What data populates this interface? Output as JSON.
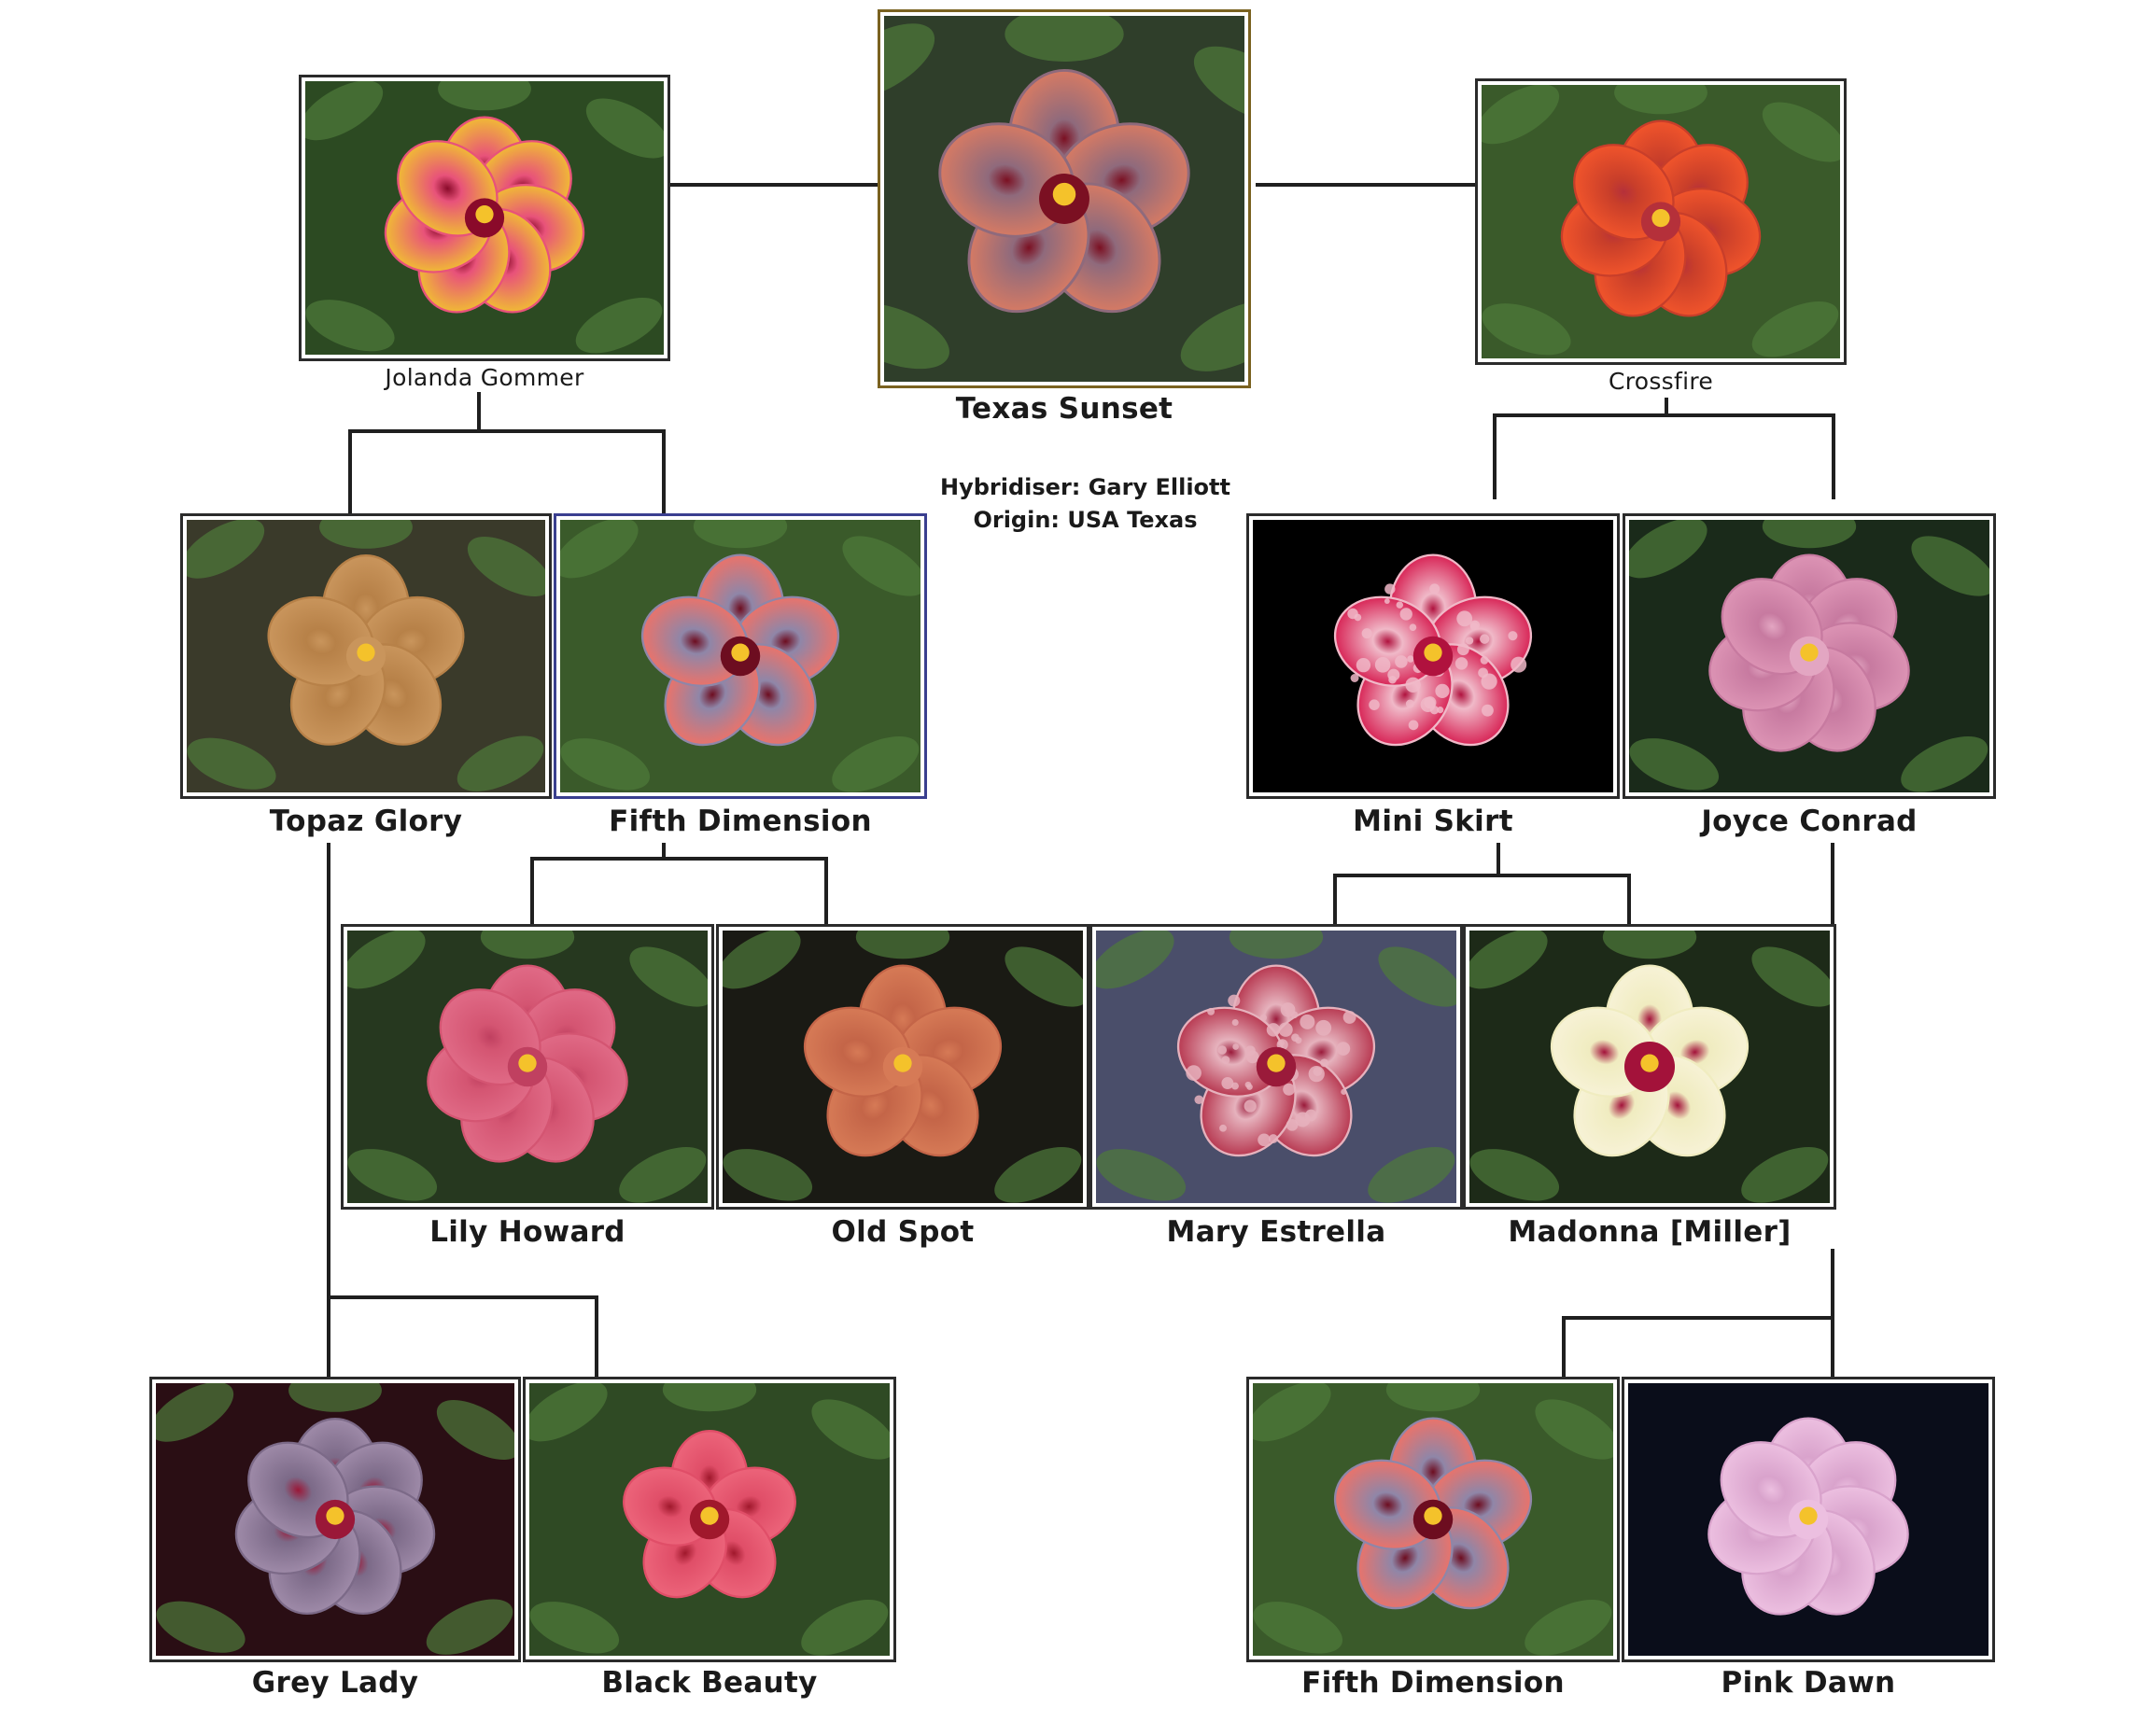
{
  "root": {
    "name": "Texas Sunset"
  },
  "hybridiser": {
    "label": "Hybridiser:",
    "value": "Gary Elliott"
  },
  "origin": {
    "label": "Origin:",
    "value": "USA Texas"
  },
  "nodes": [
    {
      "name": "Texas Sunset",
      "petal": "#d57a64",
      "petal2": "#8f6a7c",
      "eye": "#7b1022",
      "bg": "#2f3e2a",
      "style": "sunset"
    },
    {
      "name": "Jolanda Gommer",
      "petal": "#f0b936",
      "petal2": "#e8527a",
      "eye": "#8a0a2a",
      "bg": "#2c4a22",
      "style": "layered"
    },
    {
      "name": "Crossfire",
      "petal": "#f0542b",
      "petal2": "#c83e2a",
      "eye": "#b5303a",
      "bg": "#3a5a2a",
      "style": "ruffle"
    },
    {
      "name": "Topaz Glory",
      "petal": "#c9955c",
      "petal2": "#b78148",
      "eye": "#c9955c",
      "bg": "#3a3a2a",
      "style": "plain"
    },
    {
      "name": "Fifth Dimension",
      "petal": "#e9736b",
      "petal2": "#8f86a8",
      "eye": "#6d0d20",
      "bg": "#3a5a2a",
      "style": "fifth"
    },
    {
      "name": "Mini Skirt",
      "petal": "#d82657",
      "petal2": "#f0b9c8",
      "eye": "#b0123e",
      "bg": "#000000",
      "style": "speckle"
    },
    {
      "name": "Joyce Conrad",
      "petal": "#dc93b4",
      "petal2": "#c77aa0",
      "eye": "#e3a6c2",
      "bg": "#1a2a1a",
      "style": "ruffle"
    },
    {
      "name": "Lily Howard",
      "petal": "#e06a86",
      "petal2": "#d45572",
      "eye": "#c04060",
      "bg": "#26381f",
      "style": "ruffle"
    },
    {
      "name": "Old Spot",
      "petal": "#d67a56",
      "petal2": "#c46548",
      "eye": "#d67a56",
      "bg": "#1a1a14",
      "style": "plain"
    },
    {
      "name": "Mary Estrella",
      "petal": "#b83a52",
      "petal2": "#e6b2bd",
      "eye": "#9a1a3a",
      "bg": "#4a4e6a",
      "style": "speckle"
    },
    {
      "name": "Madonna [Miller]",
      "petal": "#f7f2d6",
      "petal2": "#f0ecc0",
      "eye": "#a3123a",
      "bg": "#1d2a18",
      "style": "white"
    },
    {
      "name": "Grey Lady",
      "petal": "#9e8aa8",
      "petal2": "#7c6a88",
      "eye": "#9a1838",
      "bg": "#2a0e14",
      "style": "ruffle"
    },
    {
      "name": "Black Beauty",
      "petal": "#ec647a",
      "petal2": "#e04e68",
      "eye": "#a0182c",
      "bg": "#2f4a24",
      "style": "single"
    },
    {
      "name": "Fifth Dimension",
      "petal": "#e9736b",
      "petal2": "#8f86a8",
      "eye": "#6d0d20",
      "bg": "#3a5a2a",
      "style": "fifth"
    },
    {
      "name": "Pink Dawn",
      "petal": "#ecbfe0",
      "petal2": "#d9a3cc",
      "eye": "#ecbfe0",
      "bg": "#0a0d1a",
      "style": "ruffle"
    }
  ]
}
